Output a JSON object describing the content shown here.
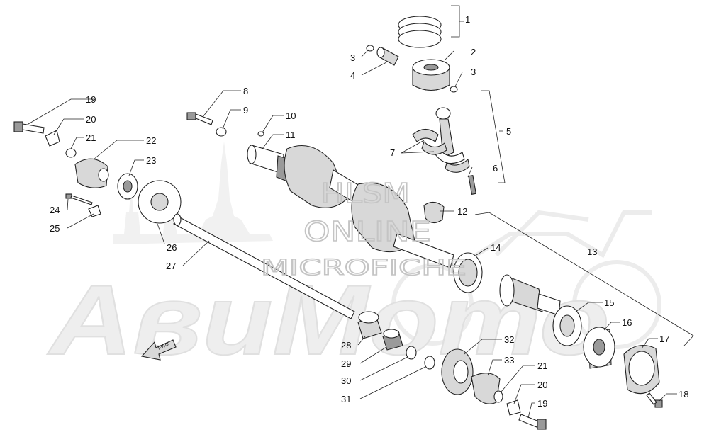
{
  "callouts": [
    {
      "id": "c1",
      "text": "1"
    },
    {
      "id": "c2",
      "text": "2"
    },
    {
      "id": "c3a",
      "text": "3"
    },
    {
      "id": "c3b",
      "text": "3"
    },
    {
      "id": "c4",
      "text": "4"
    },
    {
      "id": "c5",
      "text": "5"
    },
    {
      "id": "c6",
      "text": "6"
    },
    {
      "id": "c7",
      "text": "7"
    },
    {
      "id": "c8",
      "text": "8"
    },
    {
      "id": "c9",
      "text": "9"
    },
    {
      "id": "c10",
      "text": "10"
    },
    {
      "id": "c11",
      "text": "11"
    },
    {
      "id": "c12",
      "text": "12"
    },
    {
      "id": "c13",
      "text": "13"
    },
    {
      "id": "c14",
      "text": "14"
    },
    {
      "id": "c15",
      "text": "15"
    },
    {
      "id": "c16",
      "text": "16"
    },
    {
      "id": "c17",
      "text": "17"
    },
    {
      "id": "c18",
      "text": "18"
    },
    {
      "id": "c19a",
      "text": "19"
    },
    {
      "id": "c19b",
      "text": "19"
    },
    {
      "id": "c20a",
      "text": "20"
    },
    {
      "id": "c20b",
      "text": "20"
    },
    {
      "id": "c21a",
      "text": "21"
    },
    {
      "id": "c21b",
      "text": "21"
    },
    {
      "id": "c22",
      "text": "22"
    },
    {
      "id": "c23",
      "text": "23"
    },
    {
      "id": "c24",
      "text": "24"
    },
    {
      "id": "c25",
      "text": "25"
    },
    {
      "id": "c26",
      "text": "26"
    },
    {
      "id": "c27",
      "text": "27"
    },
    {
      "id": "c28",
      "text": "28"
    },
    {
      "id": "c29",
      "text": "29"
    },
    {
      "id": "c30",
      "text": "30"
    },
    {
      "id": "c31",
      "text": "31"
    },
    {
      "id": "c32",
      "text": "32"
    },
    {
      "id": "c33",
      "text": "33"
    }
  ],
  "fwd_label": "FWD",
  "watermark": {
    "line1": "HLSM",
    "line2": "ONLINE",
    "line3": "MICROFICHE",
    "brand": "АвиМото"
  }
}
